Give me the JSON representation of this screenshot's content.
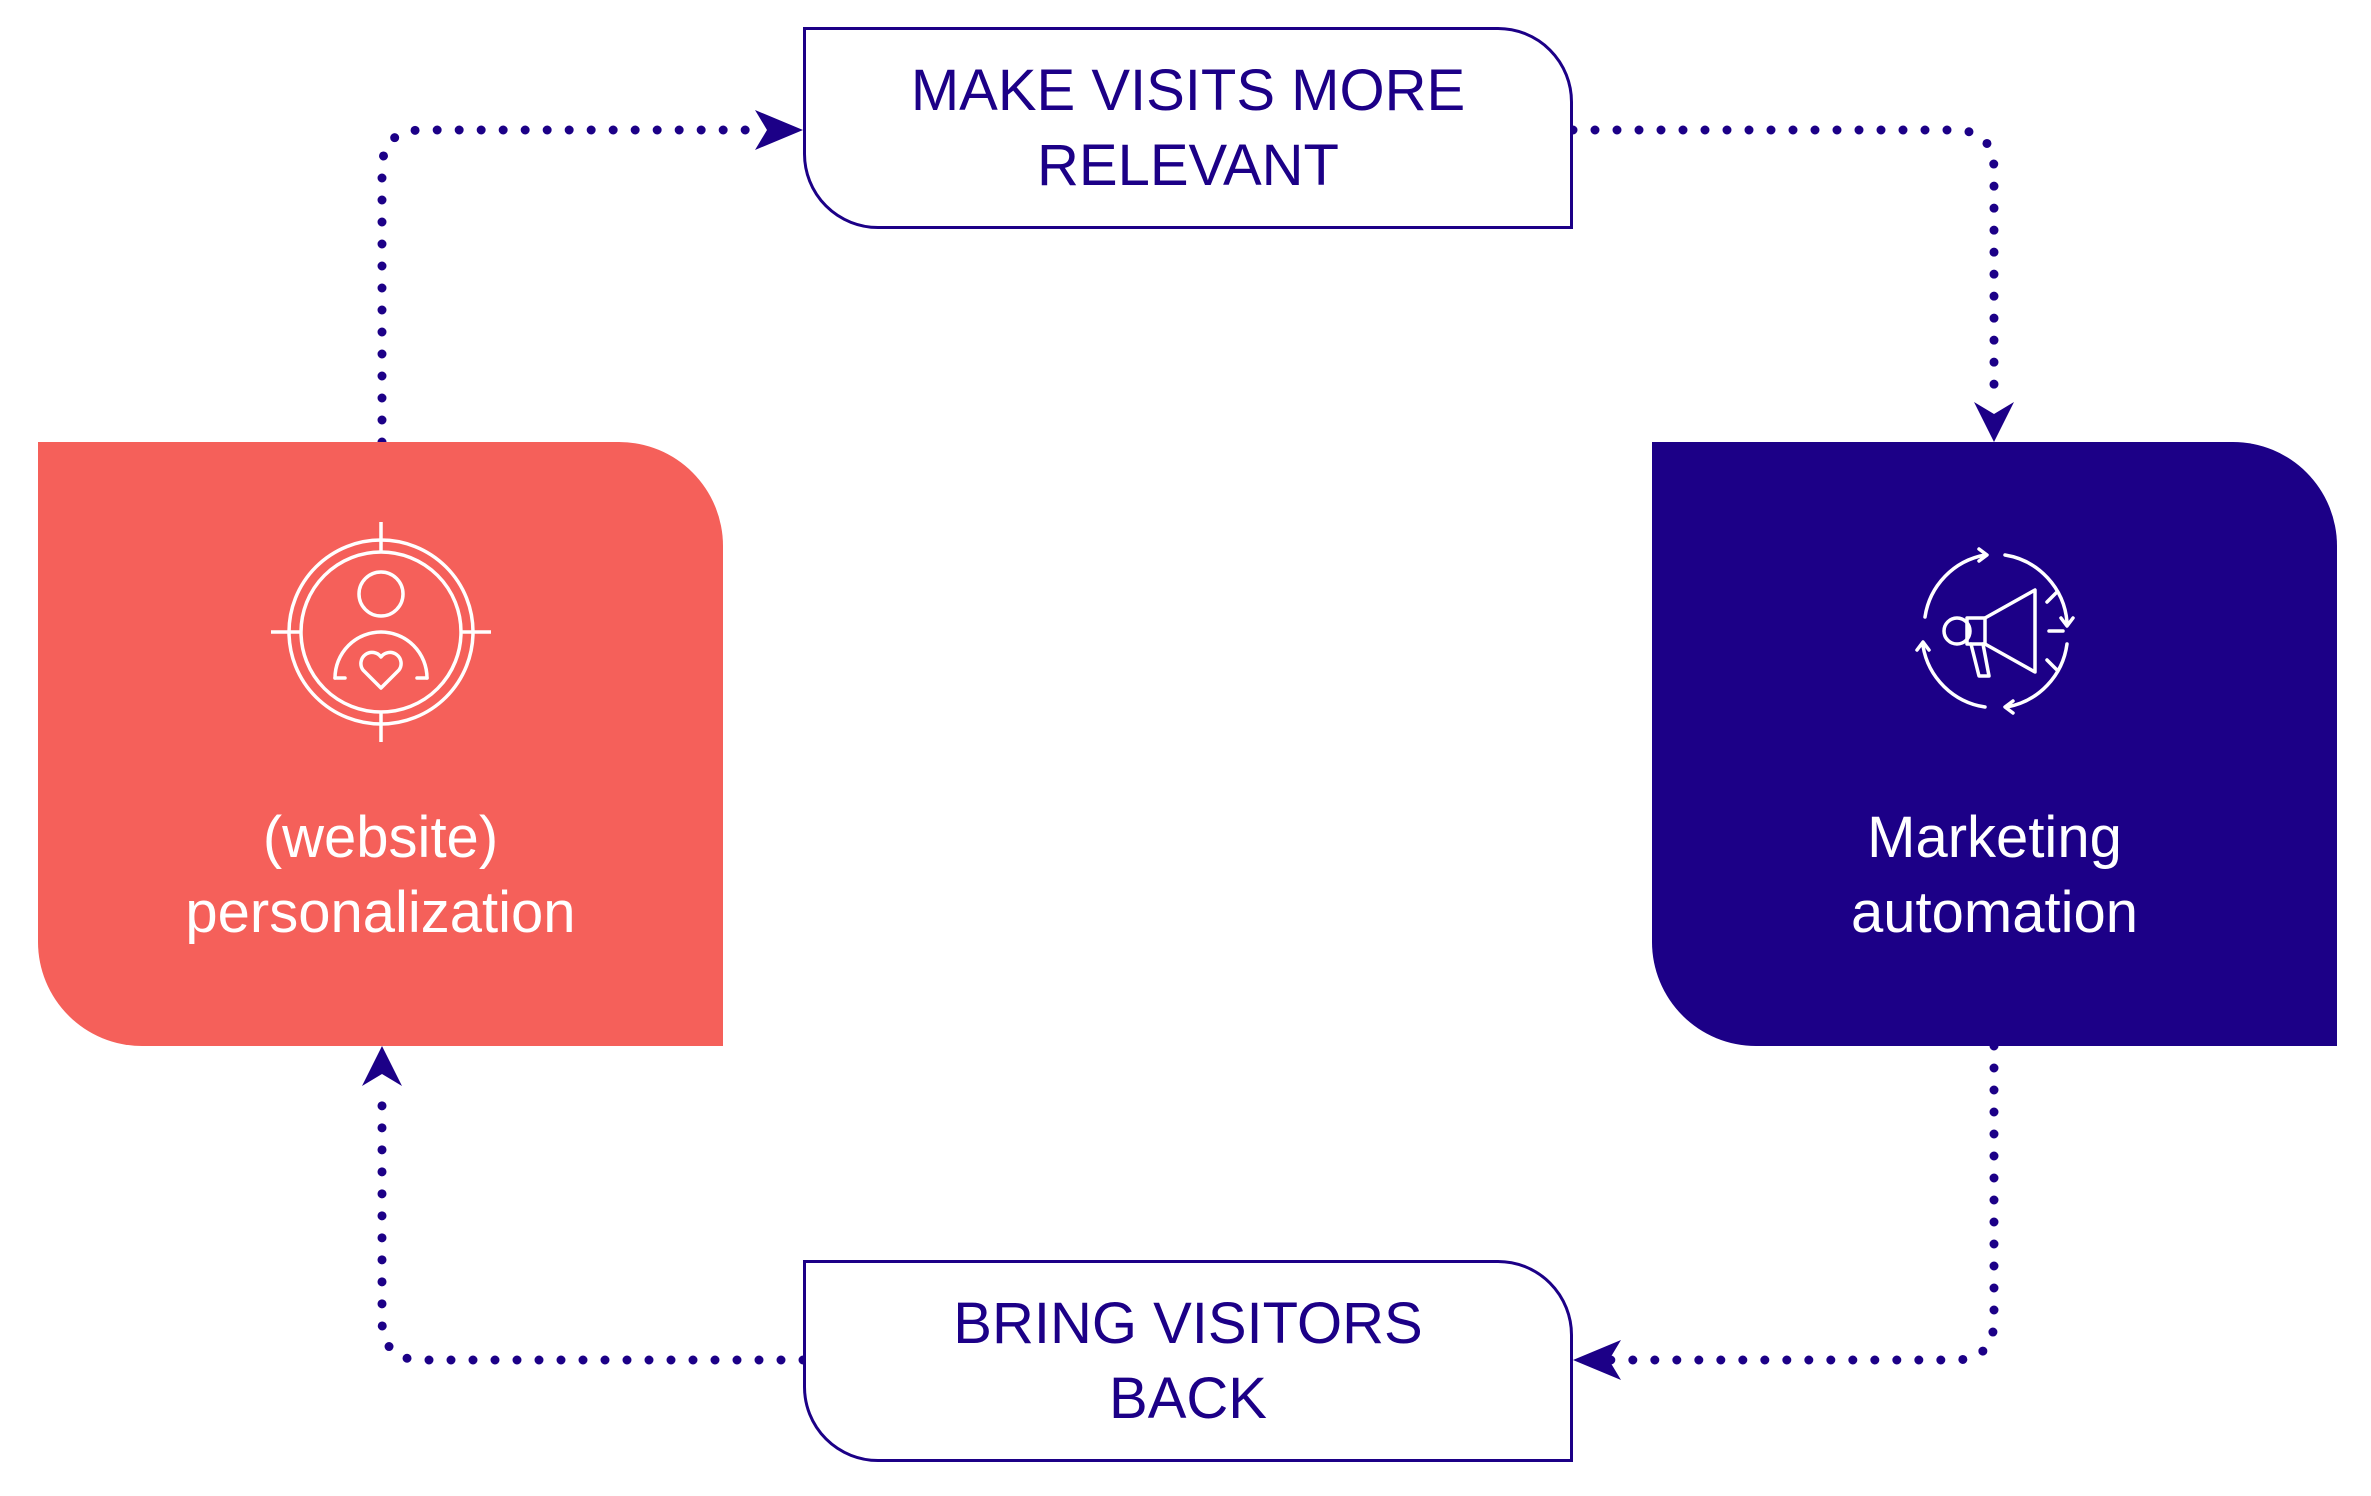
{
  "diagram": {
    "nodes": {
      "personalization": {
        "label": "(website)\npersonalization",
        "icon": "target-person-heart-icon",
        "color": "#f5605a"
      },
      "marketing_automation": {
        "label": "Marketing\nautomation",
        "icon": "megaphone-cycle-icon",
        "color": "#1c0087"
      }
    },
    "steps": {
      "top": {
        "label": "MAKE VISITS MORE\nRELEVANT"
      },
      "bottom": {
        "label": "BRING VISITORS\nBACK"
      }
    },
    "flow": [
      {
        "from": "personalization",
        "to": "steps.top"
      },
      {
        "from": "steps.top",
        "to": "marketing_automation"
      },
      {
        "from": "marketing_automation",
        "to": "steps.bottom"
      },
      {
        "from": "steps.bottom",
        "to": "personalization"
      }
    ],
    "accent_color": "#1c0087"
  }
}
